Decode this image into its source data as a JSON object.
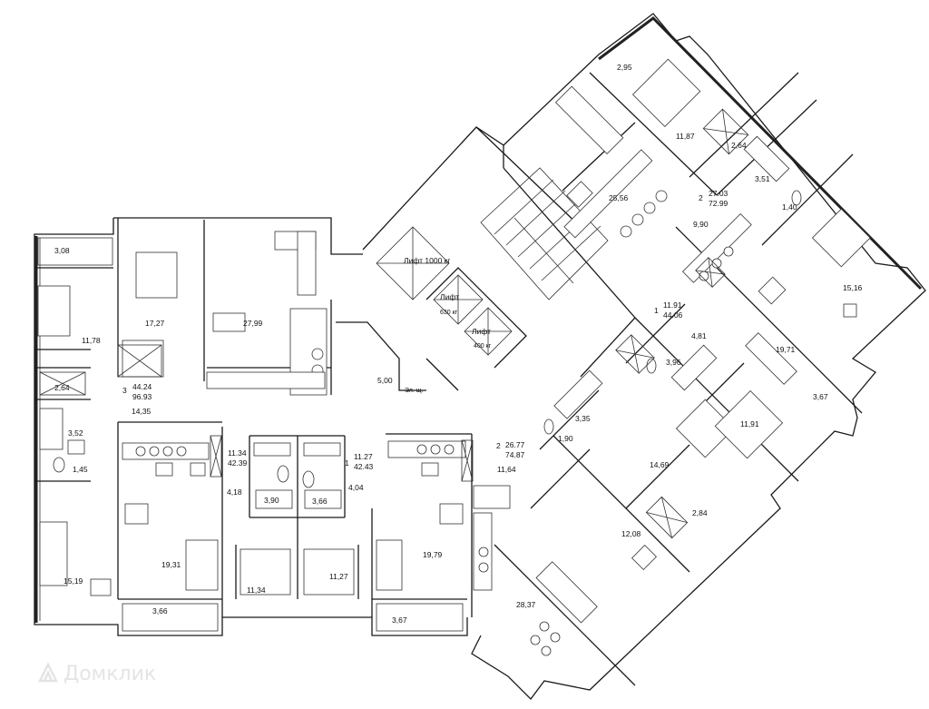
{
  "watermark": {
    "text": "Домклик"
  },
  "lifts": [
    "Лифт 1000 кг",
    "Лифт",
    "630 кг",
    "Лифт",
    "400 кг"
  ],
  "misc_labels": {
    "el_shaft": "Эл. щ."
  },
  "apartments": [
    {
      "rooms": "3",
      "living": "44.24",
      "total": "96.93"
    },
    {
      "rooms": "",
      "living": "11.34",
      "total": "42.39"
    },
    {
      "rooms": "1",
      "living": "11.27",
      "total": "42.43"
    },
    {
      "rooms": "2",
      "living": "26.77",
      "total": "74.87"
    },
    {
      "rooms": "1",
      "living": "11.91",
      "total": "44.06"
    },
    {
      "rooms": "2",
      "living": "27.03",
      "total": "72.99"
    }
  ],
  "room_areas": [
    "3,08",
    "11,78",
    "17,27",
    "27,99",
    "2,64",
    "3,52",
    "1,45",
    "14,35",
    "15,19",
    "19,31",
    "3,66",
    "4,18",
    "3,90",
    "3,66",
    "11,34",
    "11,27",
    "4,04",
    "19,79",
    "3,67",
    "5,00",
    "11,64",
    "1,90",
    "3,35",
    "3,96",
    "14,69",
    "11,91",
    "4,81",
    "19,71",
    "3,67",
    "2,84",
    "12,08",
    "28,37",
    "15,16",
    "25,56",
    "9,90",
    "2,95",
    "11,87",
    "2,64",
    "3,51",
    "1,40"
  ]
}
